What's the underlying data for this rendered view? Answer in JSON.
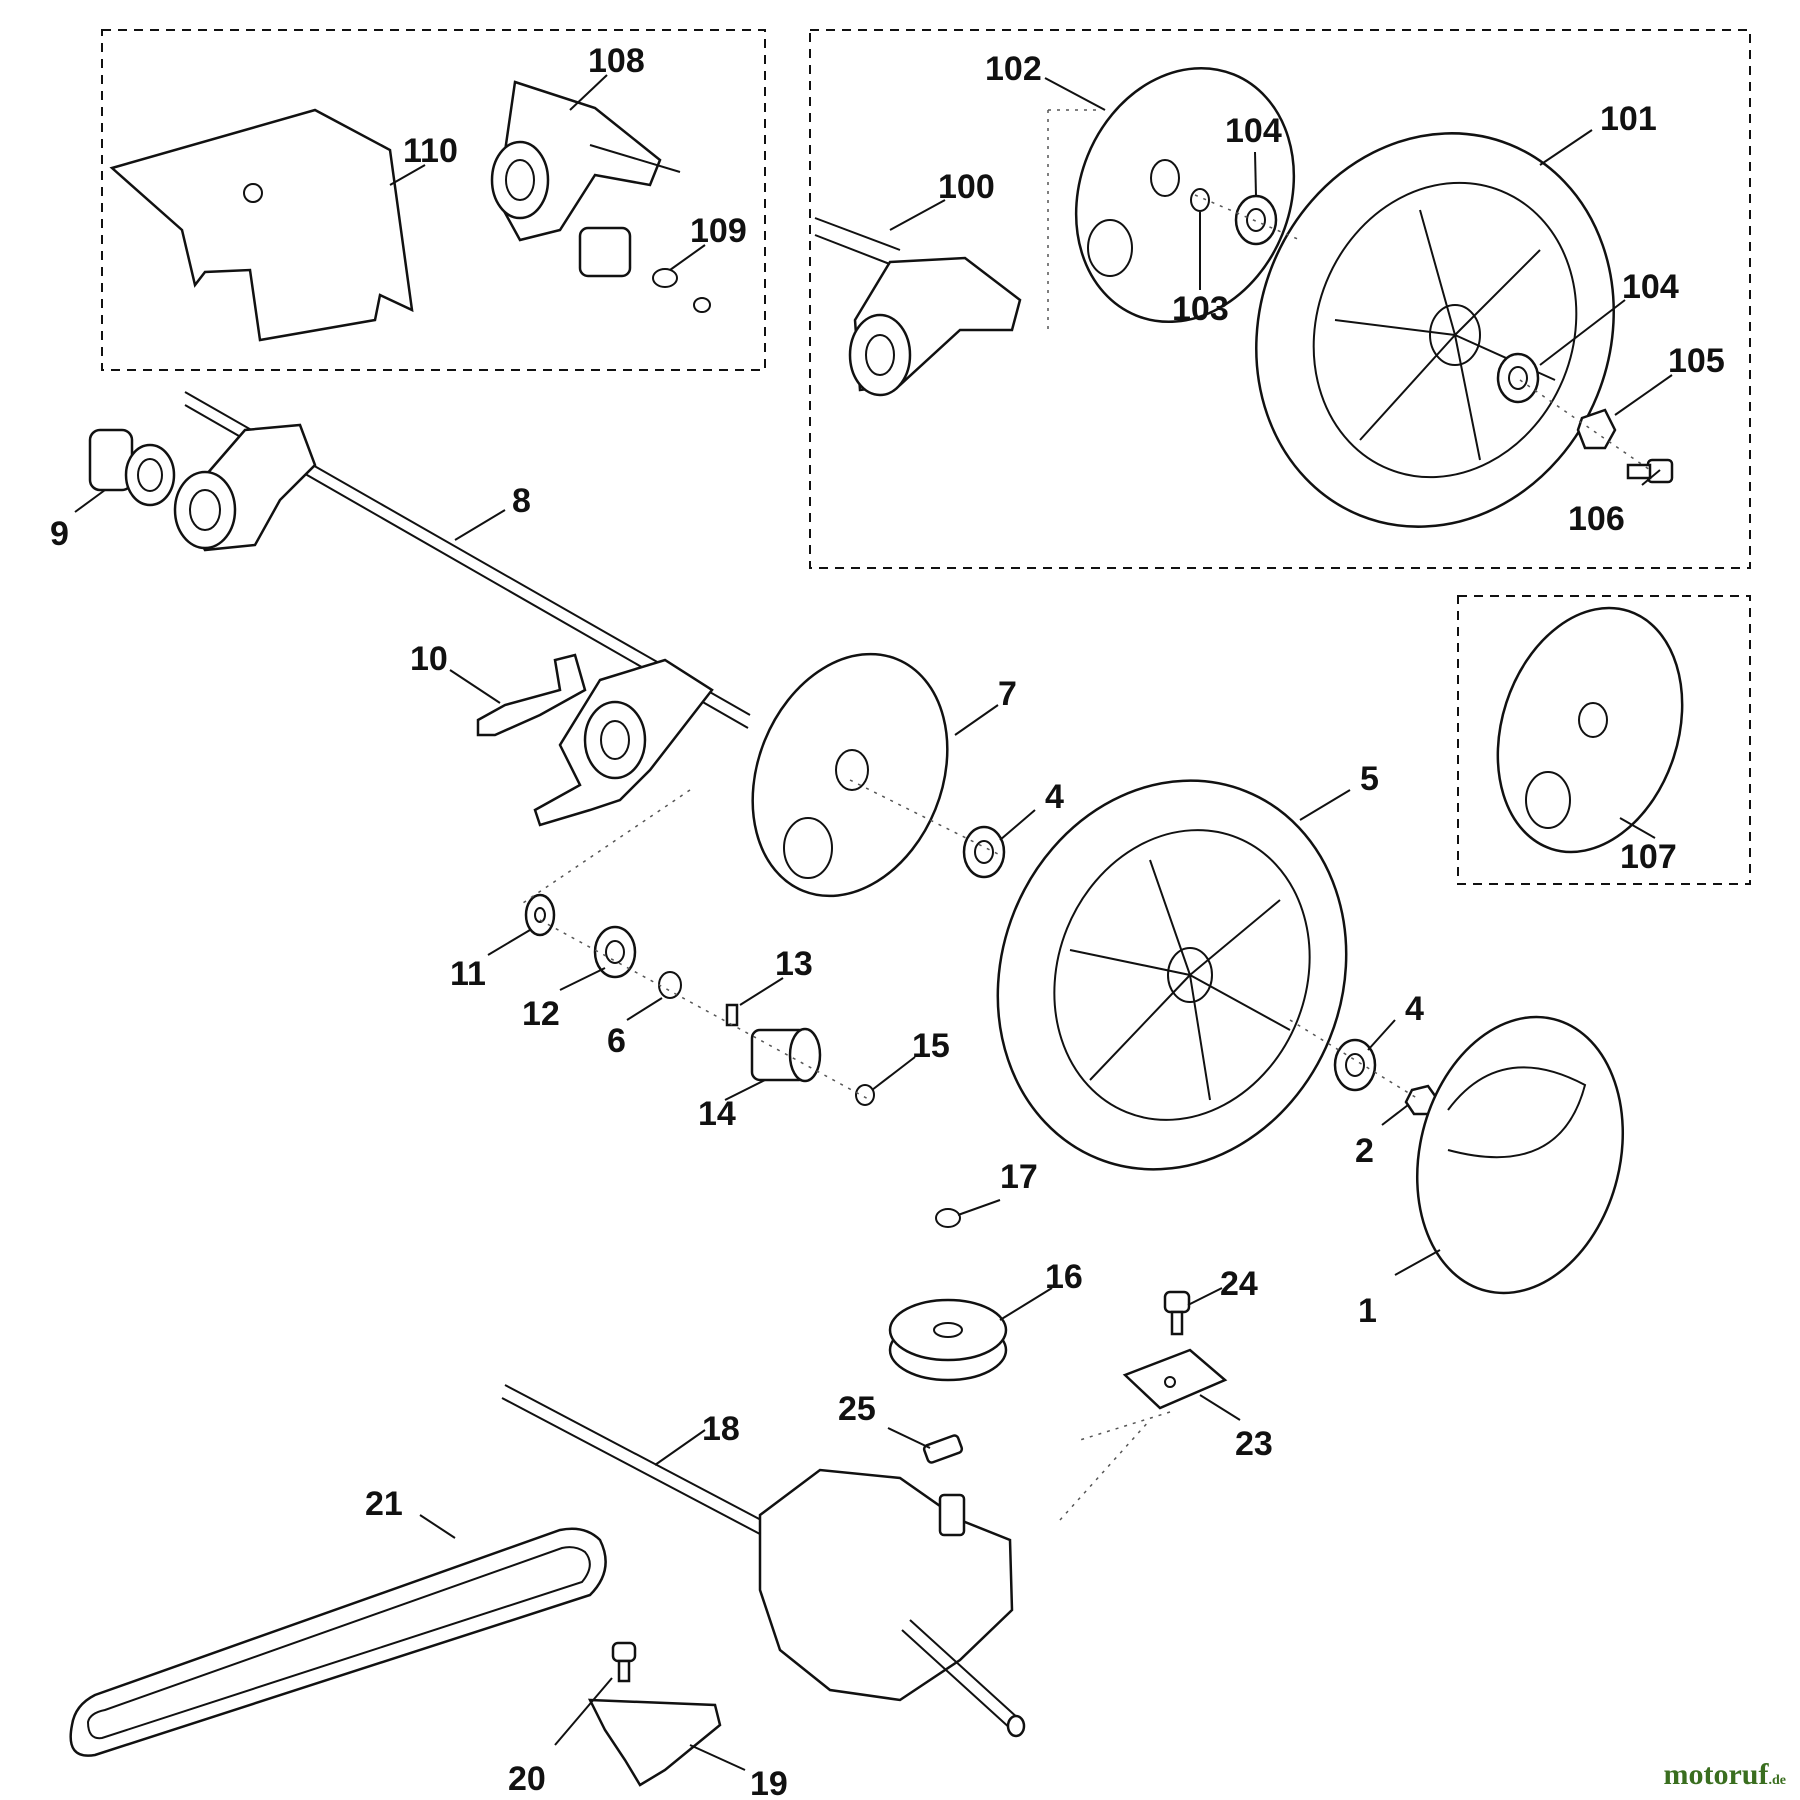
{
  "labels": {
    "p1": "1",
    "p2": "2",
    "p4a": "4",
    "p4b": "4",
    "p5": "5",
    "p6": "6",
    "p7": "7",
    "p8": "8",
    "p9": "9",
    "p10": "10",
    "p11": "11",
    "p12": "12",
    "p13": "13",
    "p14": "14",
    "p15": "15",
    "p16": "16",
    "p17": "17",
    "p18": "18",
    "p19": "19",
    "p20": "20",
    "p21": "21",
    "p23": "23",
    "p24": "24",
    "p25": "25",
    "p100": "100",
    "p101": "101",
    "p102": "102",
    "p103": "103",
    "p104a": "104",
    "p104b": "104",
    "p105": "105",
    "p106": "106",
    "p107": "107",
    "p108": "108",
    "p109": "109",
    "p110": "110"
  },
  "watermark": {
    "brand": "motoruf",
    "suffix": ".de"
  },
  "colors": {
    "ink": "#111111",
    "watermark": "#3a6e1f"
  }
}
